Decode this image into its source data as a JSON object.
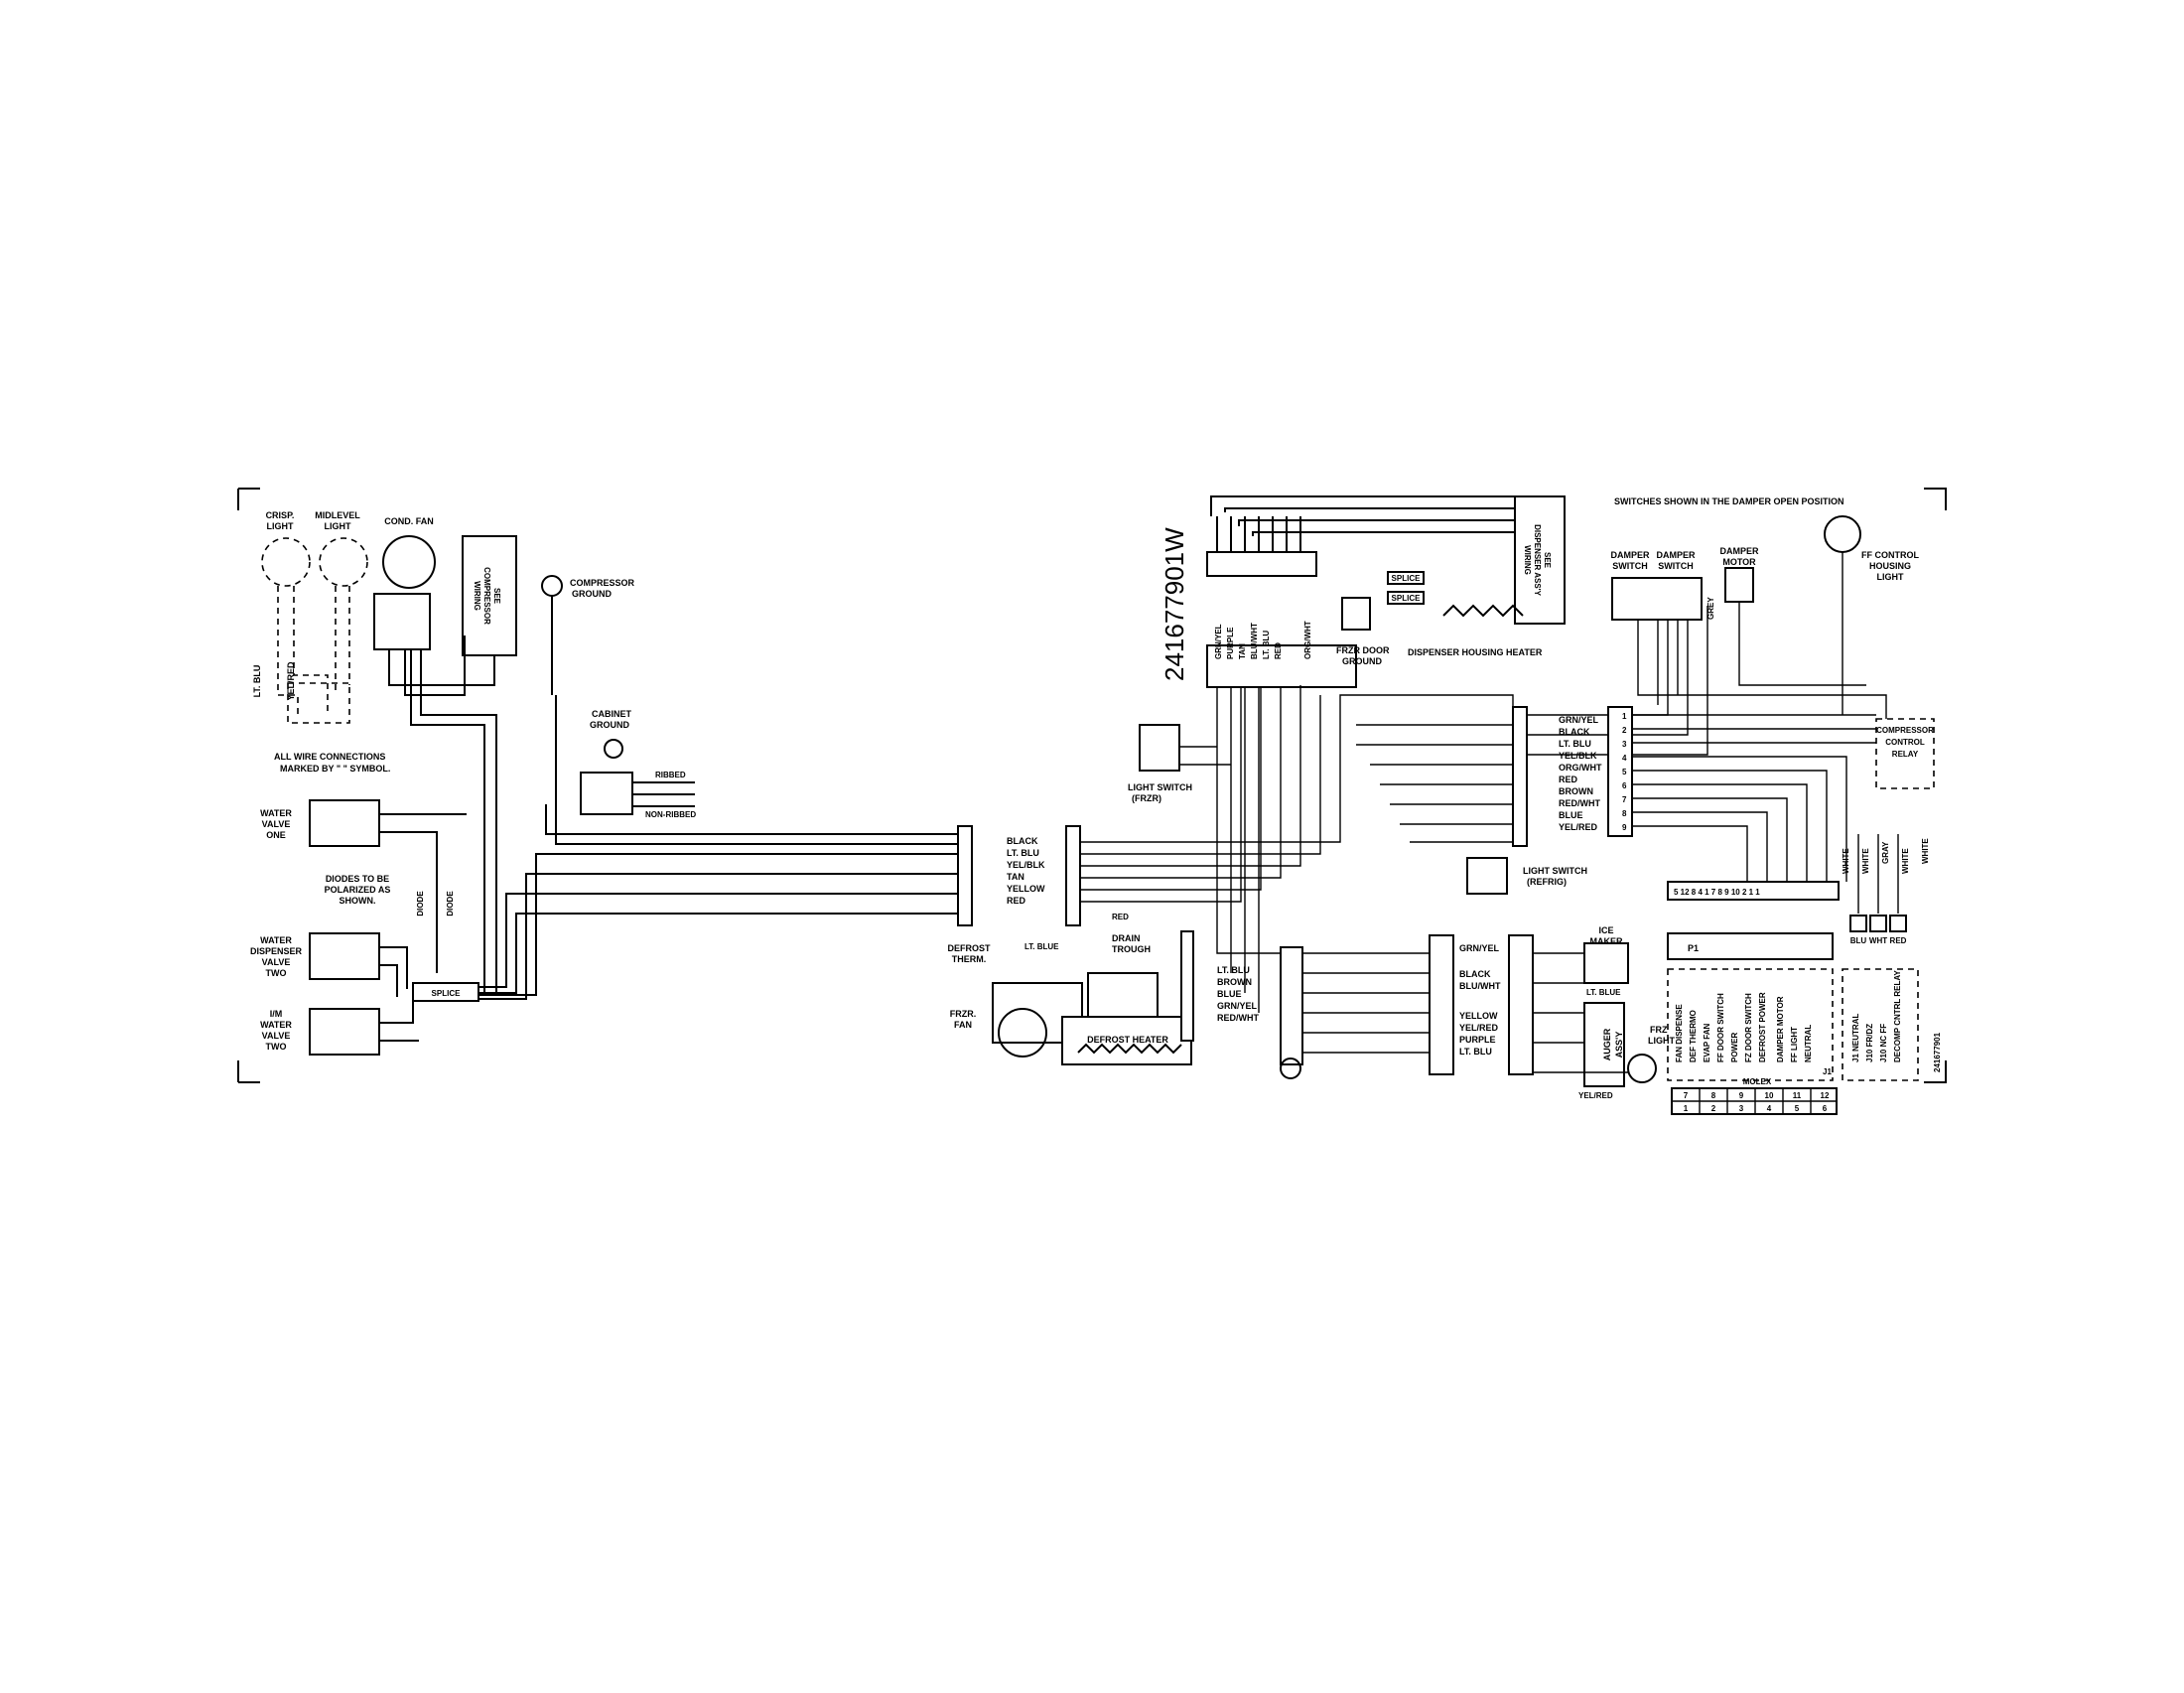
{
  "part_number": "241677901W",
  "part_number_small": "241677901",
  "note_switches": "SWITCHES SHOWN IN THE DAMPER OPEN POSITION",
  "left": {
    "crisp_light": [
      "CRISP.",
      "LIGHT"
    ],
    "midlevel_light": [
      "MIDLEVEL",
      "LIGHT"
    ],
    "cond_fan": "COND. FAN",
    "see_compressor": [
      "SEE",
      "COMPRESSOR",
      "WIRING"
    ],
    "compressor_ground": [
      "COMPRESSOR",
      "GROUND"
    ],
    "cabinet_ground": [
      "CABINET",
      "GROUND"
    ],
    "ribbed": "RIBBED",
    "non_ribbed": "NON-RIBBED",
    "lt_blu": "LT. BLU",
    "yel_red": "YEL/RED",
    "all_wire_note": [
      "ALL WIRE CONNECTIONS",
      "MARKED BY \" \" SYMBOL."
    ],
    "water_valve_one": [
      "WATER",
      "VALVE",
      "ONE"
    ],
    "diodes_note": [
      "DIODES TO BE",
      "POLARIZED AS",
      "SHOWN."
    ],
    "diode": "DIODE",
    "water_dispenser": [
      "WATER",
      "DISPENSER",
      "VALVE",
      "TWO"
    ],
    "im_water": [
      "I/M",
      "WATER",
      "VALVE",
      "TWO"
    ],
    "splice": "SPLICE"
  },
  "center": {
    "harness1": [
      "BLACK",
      "LT. BLU",
      "YEL/BLK",
      "TAN",
      "YELLOW",
      "RED"
    ],
    "defrost_therm": [
      "DEFROST",
      "THERM."
    ],
    "frzr_fan": [
      "FRZR.",
      "FAN"
    ],
    "red": "RED",
    "lt_blue": "LT. BLUE",
    "drain_trough": [
      "DRAIN",
      "TROUGH"
    ],
    "defrost_heater": "DEFROST  HEATER",
    "harness2": [
      "LT. BLU",
      "BROWN",
      "BLUE",
      "GRN/YEL",
      "RED/WHT"
    ],
    "light_switch_frzr": [
      "LIGHT SWITCH",
      "(FRZR)"
    ],
    "top_wires": [
      "GRN/YEL",
      "PURPLE",
      "TAN",
      "BLU/WHT",
      "LT. BLU",
      "RED",
      "ORG/WHT"
    ],
    "frzr_door_ground": [
      "FRZR DOOR",
      "GROUND"
    ],
    "dispenser_housing_heater": "DISPENSER HOUSING HEATER",
    "see_dispenser": [
      "SEE",
      "DISPENSER ASS'Y",
      "WIRING"
    ],
    "splice": "SPLICE",
    "harness3": [
      "GRN/YEL",
      "BLACK",
      "LT. BLU",
      "YEL/BLK",
      "ORG/WHT",
      "RED",
      "BROWN",
      "RED/WHT",
      "BLUE",
      "YEL/RED"
    ],
    "light_switch_refrig": [
      "LIGHT SWITCH",
      "(REFRIG)"
    ],
    "harness4": [
      "GRN/YEL",
      "BLACK",
      "BLU/WHT",
      "YELLOW",
      "YEL/RED",
      "PURPLE",
      "LT. BLU"
    ],
    "ice_maker": [
      "ICE",
      "MAKER"
    ],
    "lt_blue2": "LT. BLUE",
    "auger": [
      "AUGER",
      "ASS'Y"
    ],
    "frz_light": [
      "FRZ",
      "LIGHT"
    ],
    "yel_red": "YEL/RED"
  },
  "right": {
    "damper_switch": [
      "DAMPER",
      "SWITCH"
    ],
    "damper_motor": [
      "DAMPER",
      "MOTOR"
    ],
    "grey": "GREY",
    "ff_control_light": [
      "FF CONTROL",
      "HOUSING",
      "LIGHT"
    ],
    "compressor_relay": [
      "COMPRESSOR",
      "CONTROL",
      "RELAY"
    ],
    "pins": [
      "1",
      "2",
      "3",
      "4",
      "5",
      "6",
      "7",
      "8",
      "9"
    ],
    "bottom_pins": "5  12  8  4  1 7 8   9  10 2 1 1",
    "white1": "WHITE",
    "white2": "WHITE",
    "gray": "GRAY",
    "white3": "WHITE",
    "white4": "WHITE",
    "blu": "BLU",
    "wht": "WHT",
    "red": "RED",
    "p1": "P1",
    "j1_labels": [
      "FAN DISPENSE",
      "DEF THERMO",
      "EVAP FAN",
      "FF DOOR SWITCH",
      "POWER",
      "FZ DOOR SWITCH",
      "DEFROST POWER",
      "DAMPER MOTOR",
      "FF LIGHT",
      "NEUTRAL"
    ],
    "j1": "J1",
    "relay_labels": [
      "J1 NEUTRAL",
      "J10 FR/DZ",
      "J10 NC FF",
      "DECOMP CNTRL RELAY"
    ],
    "molex": "MOLEX",
    "molex_top": [
      "7",
      "8",
      "9",
      "10",
      "11",
      "12"
    ],
    "molex_bottom": [
      "1",
      "2",
      "3",
      "4",
      "5",
      "6"
    ]
  }
}
